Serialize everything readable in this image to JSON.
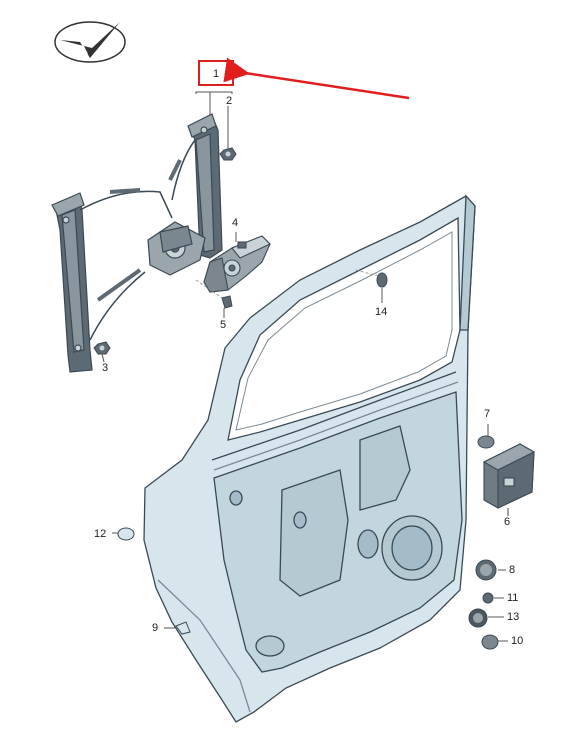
{
  "diagram": {
    "colors": {
      "part_fill": "#d7e6ec",
      "part_stroke": "#3a4a55",
      "dark_part": "#5d6a73",
      "highlight": "#e01e1e",
      "leader": "#555555"
    },
    "icons": [
      "logo-checkmark-icon",
      "red-arrow-icon"
    ],
    "callouts": [
      {
        "id": "1",
        "label": "1"
      },
      {
        "id": "2",
        "label": "2"
      },
      {
        "id": "3",
        "label": "3"
      },
      {
        "id": "4",
        "label": "4"
      },
      {
        "id": "5",
        "label": "5"
      },
      {
        "id": "6",
        "label": "6"
      },
      {
        "id": "7",
        "label": "7"
      },
      {
        "id": "8",
        "label": "8"
      },
      {
        "id": "9",
        "label": "9"
      },
      {
        "id": "10",
        "label": "10"
      },
      {
        "id": "11",
        "label": "11"
      },
      {
        "id": "12",
        "label": "12"
      },
      {
        "id": "13",
        "label": "13"
      },
      {
        "id": "14",
        "label": "14"
      }
    ]
  }
}
